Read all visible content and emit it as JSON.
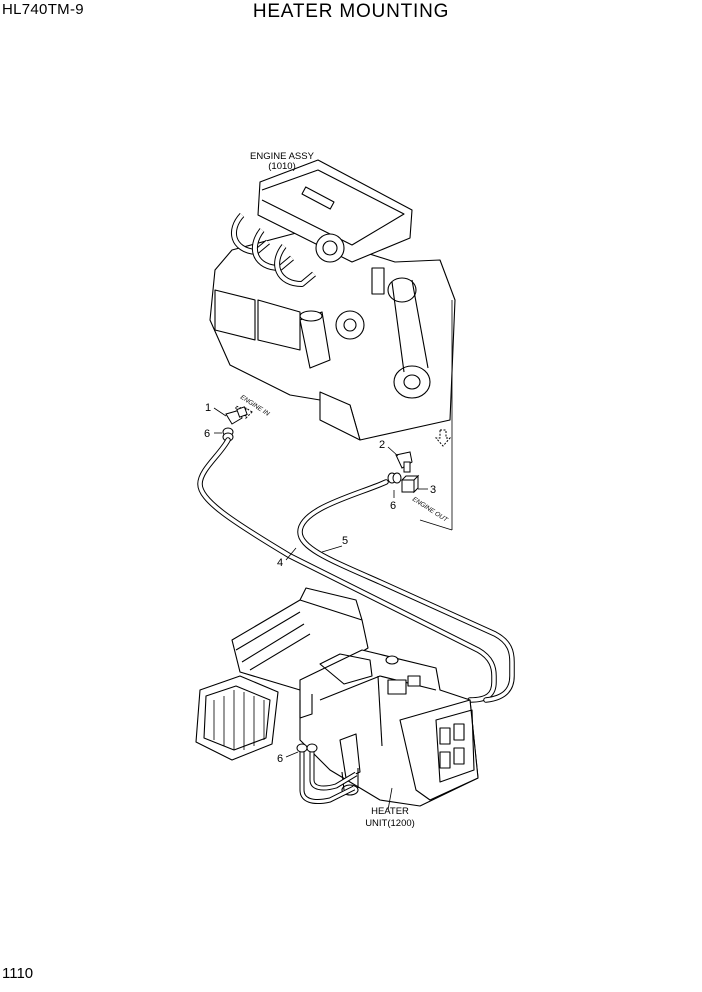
{
  "header": {
    "model": "HL740TM-9",
    "title": "HEATER MOUNTING"
  },
  "footer": {
    "page_number": "1110"
  },
  "assemblies": {
    "engine": {
      "name": "ENGINE ASSY",
      "ref": "(1010)"
    },
    "heater": {
      "name": "HEATER",
      "ref": "UNIT(1200)"
    }
  },
  "flow_labels": {
    "engine_in": "ENGINE IN",
    "engine_out": "ENGINE OUT"
  },
  "callouts": [
    {
      "id": "1",
      "text": "1"
    },
    {
      "id": "6a",
      "text": "6"
    },
    {
      "id": "2",
      "text": "2"
    },
    {
      "id": "3",
      "text": "3"
    },
    {
      "id": "6b",
      "text": "6"
    },
    {
      "id": "5",
      "text": "5"
    },
    {
      "id": "4",
      "text": "4"
    },
    {
      "id": "6c",
      "text": "6"
    }
  ]
}
